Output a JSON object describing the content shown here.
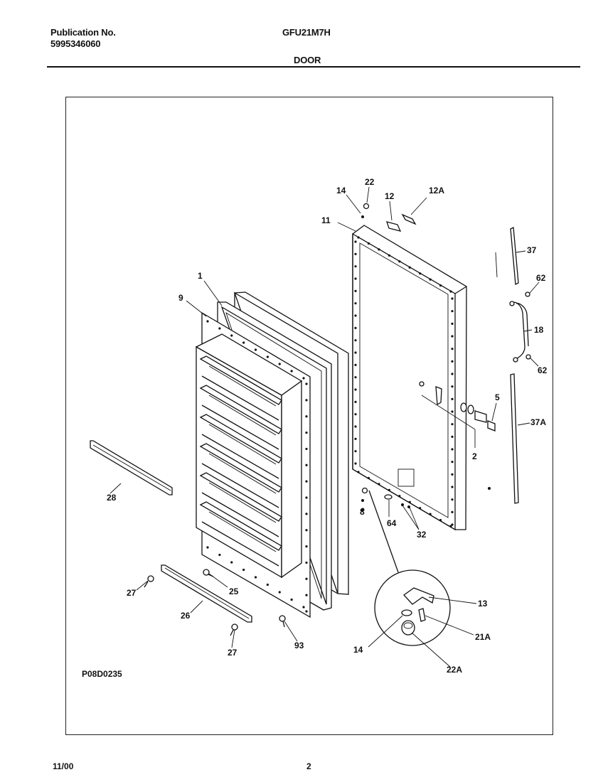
{
  "header": {
    "publication_label": "Publication No.",
    "publication_number": "5995346060",
    "model": "GFU21M7H",
    "section_title": "DOOR"
  },
  "drawing_code": "P08D0235",
  "footer": {
    "date": "11/00",
    "page": "2"
  },
  "callouts": {
    "c1": "1",
    "c9": "9",
    "c11": "11",
    "c14a": "14",
    "c22": "22",
    "c12": "12",
    "c12a": "12A",
    "c37": "37",
    "c62a": "62",
    "c18": "18",
    "c62b": "62",
    "c5": "5",
    "c37a": "37A",
    "c2": "2",
    "c28": "28",
    "c8": "8",
    "c64": "64",
    "c32": "32",
    "c13": "13",
    "c21a": "21A",
    "c14b": "14",
    "c22a": "22A",
    "c27a": "27",
    "c25": "25",
    "c26": "26",
    "c27b": "27",
    "c93": "93"
  }
}
